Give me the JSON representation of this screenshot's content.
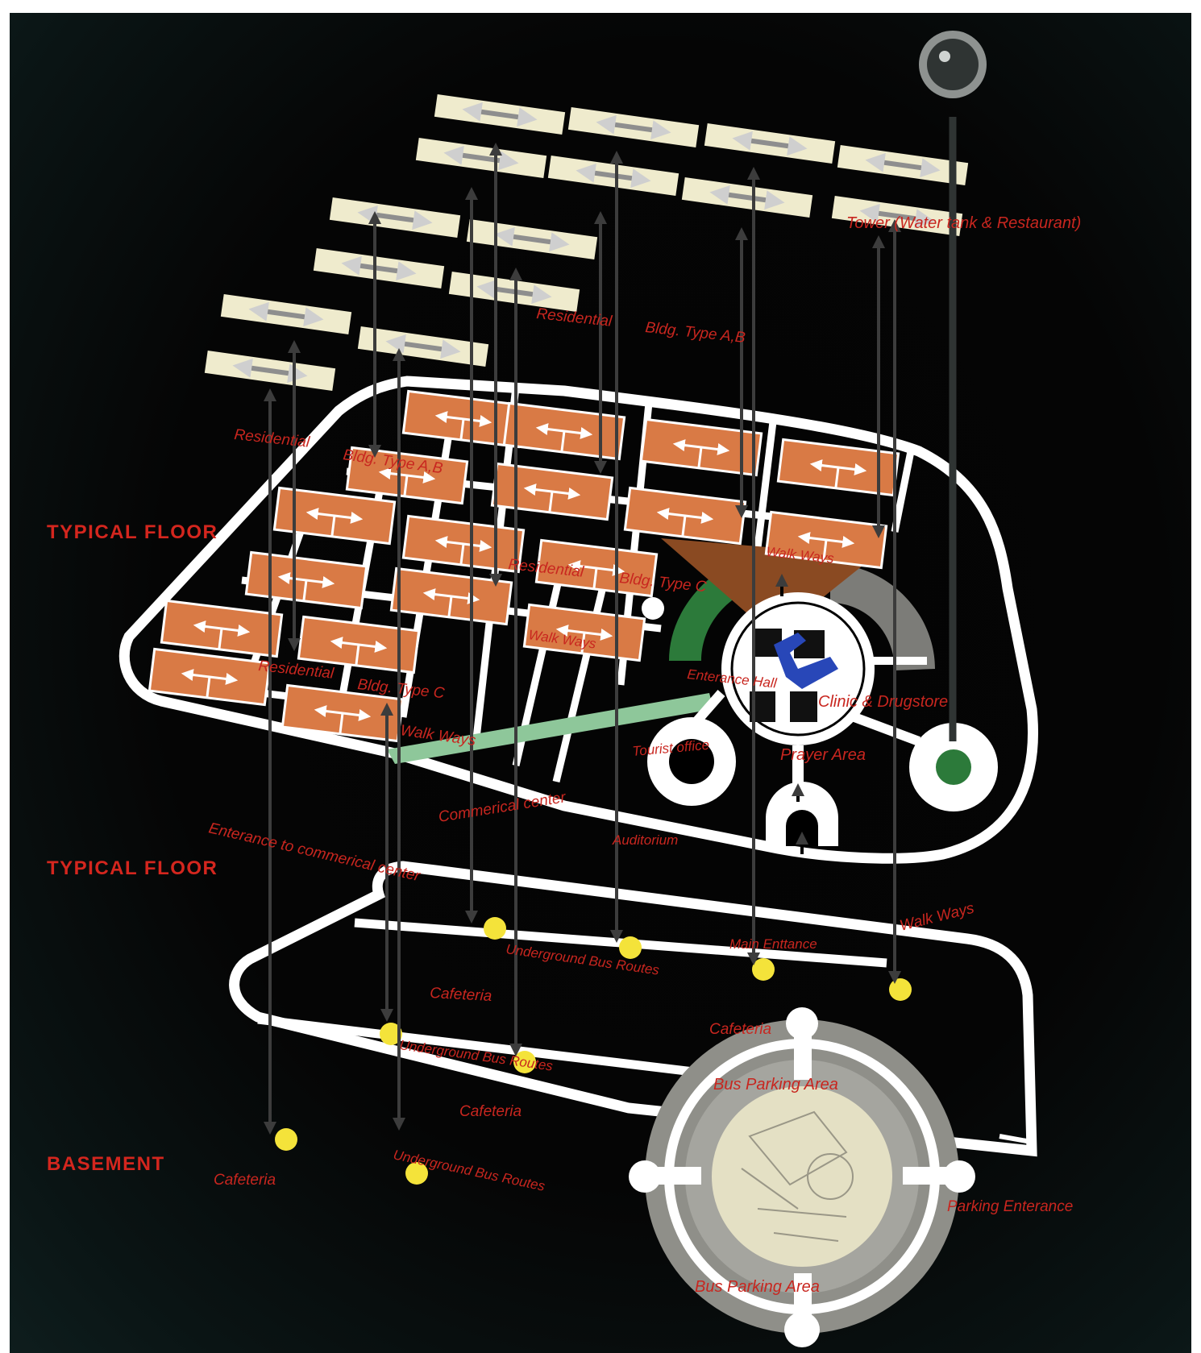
{
  "sections": {
    "typical_floor_1": "TYPICAL FLOOR",
    "typical_floor_2": "TYPICAL FLOOR",
    "basement": "BASEMENT"
  },
  "labels": {
    "tower": "Tower (Water tank & Restaurant)",
    "residential_1": "Residential",
    "bldg_type_ab_1": "Bldg. Type A,B",
    "residential_2": "Residential",
    "bldg_type_ab_2": "Bldg. Type A,B",
    "residential_3": "Residential",
    "bldg_type_c_1": "Bldg. Type C",
    "residential_4": "Residential",
    "bldg_type_c_2": "Bldg. Type C",
    "walk_ways_1": "Walk Ways",
    "walk_ways_2": "Walk Ways",
    "walk_ways_3": "Walk Ways",
    "walk_ways_4": "Walk Ways",
    "entrance_hall": "Enterance Hall",
    "clinic": "Clinic & Drugstore",
    "tourist_office": "Tourist office",
    "prayer_area": "Prayer Area",
    "commercial_center": "Commerical center",
    "auditorium": "Auditorium",
    "entrance_commercial": "Enterance to commerical center",
    "main_entrance": "Main Enttance",
    "underground_bus_1": "Underground Bus Routes",
    "underground_bus_2": "Underground Bus Routes",
    "underground_bus_3": "Underground Bus Routes",
    "cafeteria_1": "Cafeteria",
    "cafeteria_2": "Cafeteria",
    "cafeteria_3": "Cafeteria",
    "cafeteria_4": "Cafeteria",
    "bus_parking_1": "Bus Parking Area",
    "bus_parking_2": "Bus Parking Area",
    "parking_entrance": "Parking Enterance"
  },
  "colors": {
    "background": "#050505",
    "label_red": "#c8261f",
    "residential_block": "#efebcd",
    "floor_block": "#d97a45",
    "walkway_line": "#ffffff",
    "green_path": "#8ec79a",
    "yellow_marker": "#f4e33a",
    "gray_ring": "#8f8f89",
    "clinic_blue": "#2847b8",
    "tower_dark": "#2f3433"
  }
}
